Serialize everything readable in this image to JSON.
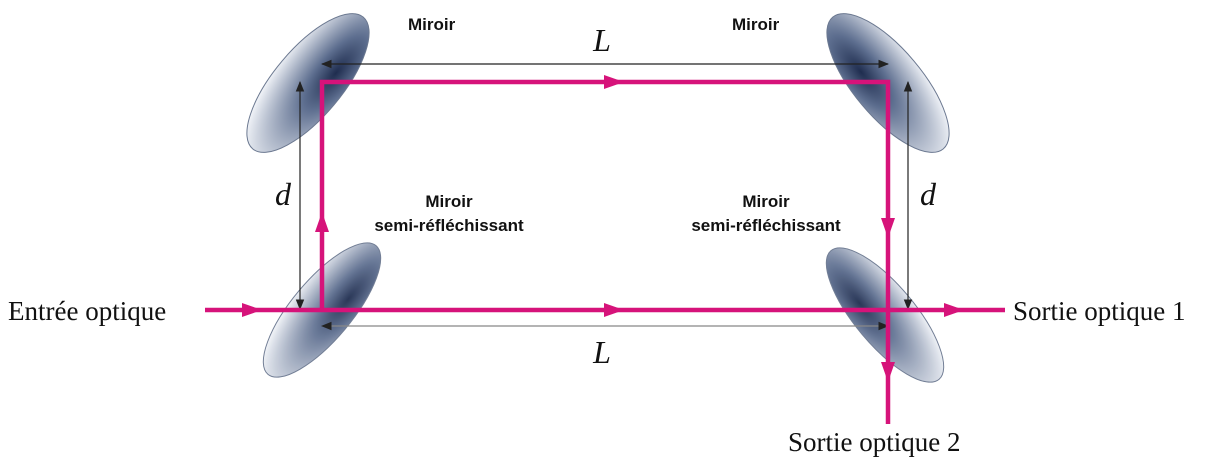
{
  "mirrors": {
    "top_left_label": "Miroir",
    "top_right_label": "Miroir",
    "beamsplitter_left_label_line1": "Miroir",
    "beamsplitter_left_label_line2": "semi-réfléchissant",
    "beamsplitter_right_label_line1": "Miroir",
    "beamsplitter_right_label_line2": "semi-réfléchissant"
  },
  "ports": {
    "input": "Entrée optique",
    "output1": "Sortie optique 1",
    "output2": "Sortie optique 2"
  },
  "dimensions": {
    "length_top": "L",
    "length_bottom": "L",
    "distance_left": "d",
    "distance_right": "d"
  },
  "colors": {
    "beam": "#d6137a",
    "mirror_dark": "#2a3a5c",
    "mirror_light": "#e9edf3",
    "dimension_line": "#222222"
  }
}
